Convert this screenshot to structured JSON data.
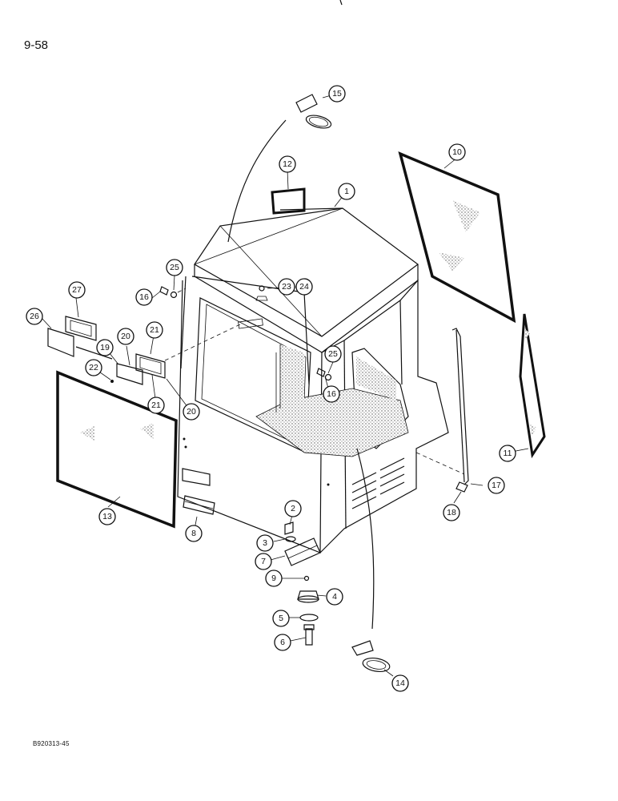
{
  "page": {
    "page_number": "9-58",
    "figure_code": "B920313-45"
  },
  "callouts": [
    {
      "id": "c1",
      "label": "1"
    },
    {
      "id": "c2",
      "label": "2"
    },
    {
      "id": "c3",
      "label": "3"
    },
    {
      "id": "c4",
      "label": "4"
    },
    {
      "id": "c5",
      "label": "5"
    },
    {
      "id": "c6",
      "label": "6"
    },
    {
      "id": "c7",
      "label": "7"
    },
    {
      "id": "c8",
      "label": "8"
    },
    {
      "id": "c9",
      "label": "9"
    },
    {
      "id": "c10",
      "label": "10"
    },
    {
      "id": "c11",
      "label": "11"
    },
    {
      "id": "c12",
      "label": "12"
    },
    {
      "id": "c13",
      "label": "13"
    },
    {
      "id": "c14",
      "label": "14"
    },
    {
      "id": "c15",
      "label": "15"
    },
    {
      "id": "c16a",
      "label": "16"
    },
    {
      "id": "c16b",
      "label": "16"
    },
    {
      "id": "c17",
      "label": "17"
    },
    {
      "id": "c18",
      "label": "18"
    },
    {
      "id": "c19",
      "label": "19"
    },
    {
      "id": "c20a",
      "label": "20"
    },
    {
      "id": "c20b",
      "label": "20"
    },
    {
      "id": "c21a",
      "label": "21"
    },
    {
      "id": "c21b",
      "label": "21"
    },
    {
      "id": "c22",
      "label": "22"
    },
    {
      "id": "c23",
      "label": "23"
    },
    {
      "id": "c24",
      "label": "24"
    },
    {
      "id": "c25a",
      "label": "25"
    },
    {
      "id": "c25b",
      "label": "25"
    },
    {
      "id": "c26",
      "label": "26"
    },
    {
      "id": "c27",
      "label": "27"
    }
  ]
}
